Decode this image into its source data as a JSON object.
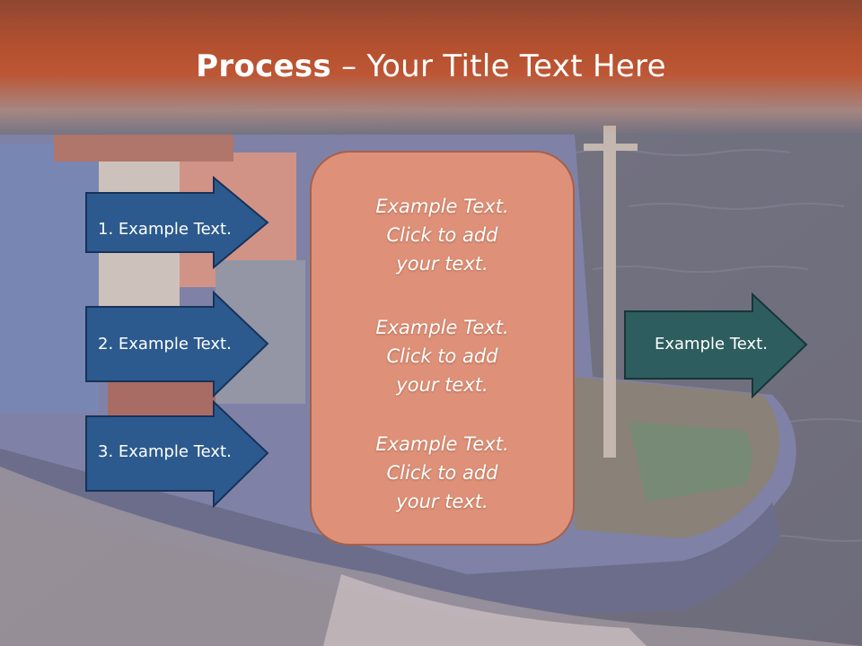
{
  "slide": {
    "title_bold": "Process",
    "title_rest": " – Your Title Text Here"
  },
  "left_arrows": [
    {
      "label": "1. Example Text."
    },
    {
      "label": "2. Example Text."
    },
    {
      "label": "3. Example Text."
    }
  ],
  "center_box": {
    "items": [
      {
        "text": "Example Text.\nClick  to add\nyour text."
      },
      {
        "text": "Example Text.\nClick  to add\nyour text."
      },
      {
        "text": "Example Text.\nClick  to add\nyour text."
      }
    ]
  },
  "right_arrow": {
    "label": "Example Text."
  },
  "colors": {
    "title_band": "#bd5634",
    "left_arrow_fill": "#2c5a8e",
    "right_arrow_fill": "#2e5d5f",
    "center_box_fill": "#de9178"
  }
}
